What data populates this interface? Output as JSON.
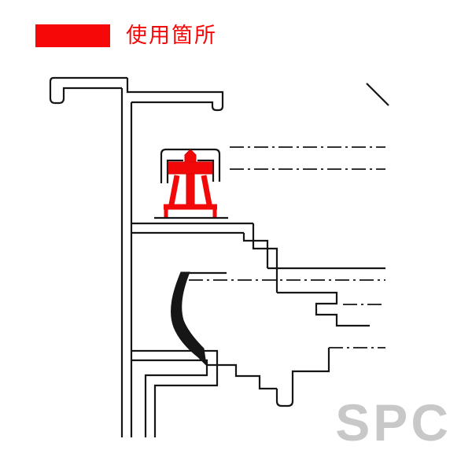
{
  "legend": {
    "swatch_color": "#f70808",
    "label": "使用箇所"
  },
  "watermark": {
    "text": "SPC",
    "color": "#c8c8c8"
  },
  "diagram": {
    "kind": "window-frame-cross-section",
    "line_color": "#161616",
    "highlight_color": "#f20808",
    "background": "#ffffff"
  }
}
